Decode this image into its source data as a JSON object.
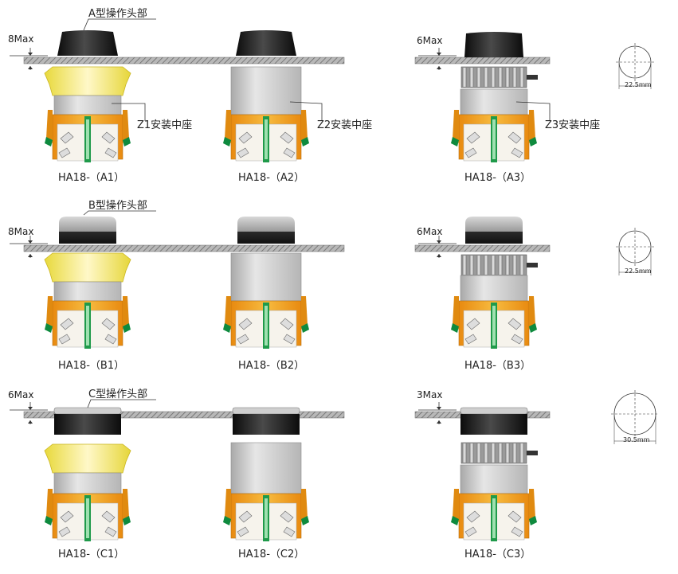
{
  "row_a": {
    "head_title": "A型操作头部",
    "panel_left_max": "8Max",
    "panel_right_max": "6Max",
    "seat_labels": [
      "Z1安装中座",
      "Z2安装中座",
      "Z3安装中座"
    ],
    "models": [
      "HA18-（A1）",
      "HA18-（A2）",
      "HA18-（A3）"
    ],
    "hole_dim": "22.5mm"
  },
  "row_b": {
    "head_title": "B型操作头部",
    "panel_left_max": "8Max",
    "panel_right_max": "6Max",
    "models": [
      "HA18-（B1）",
      "HA18-（B2）",
      "HA18-（B3）"
    ],
    "hole_dim": "22.5mm"
  },
  "row_c": {
    "head_title": "C型操作头部",
    "panel_left_max": "6Max",
    "panel_right_max": "3Max",
    "models": [
      "HA18-（C1）",
      "HA18-（C2）",
      "HA18-（C3）"
    ],
    "hole_dim": "30.5mm"
  },
  "colors": {
    "panel": "#9a9a9a",
    "cap_black": "#1a1a1a",
    "cap_grey": "#6e6e6e",
    "body_silver": "#c8c8c8",
    "yellow_ring": "#f3ea7a",
    "orange_base": "#f0a020",
    "green_clip": "#0e8a3e"
  }
}
